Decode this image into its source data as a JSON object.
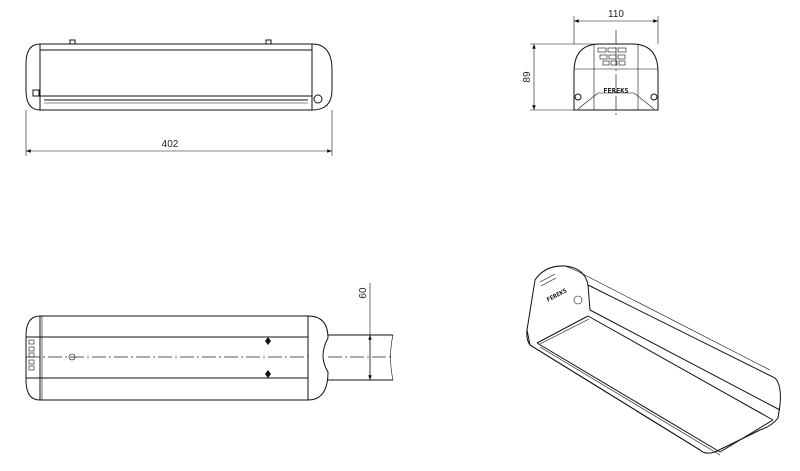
{
  "dimensions": {
    "length": "402",
    "width": "110",
    "height": "89",
    "mount_spacing": "60"
  },
  "brand_logo": "FEREKS"
}
